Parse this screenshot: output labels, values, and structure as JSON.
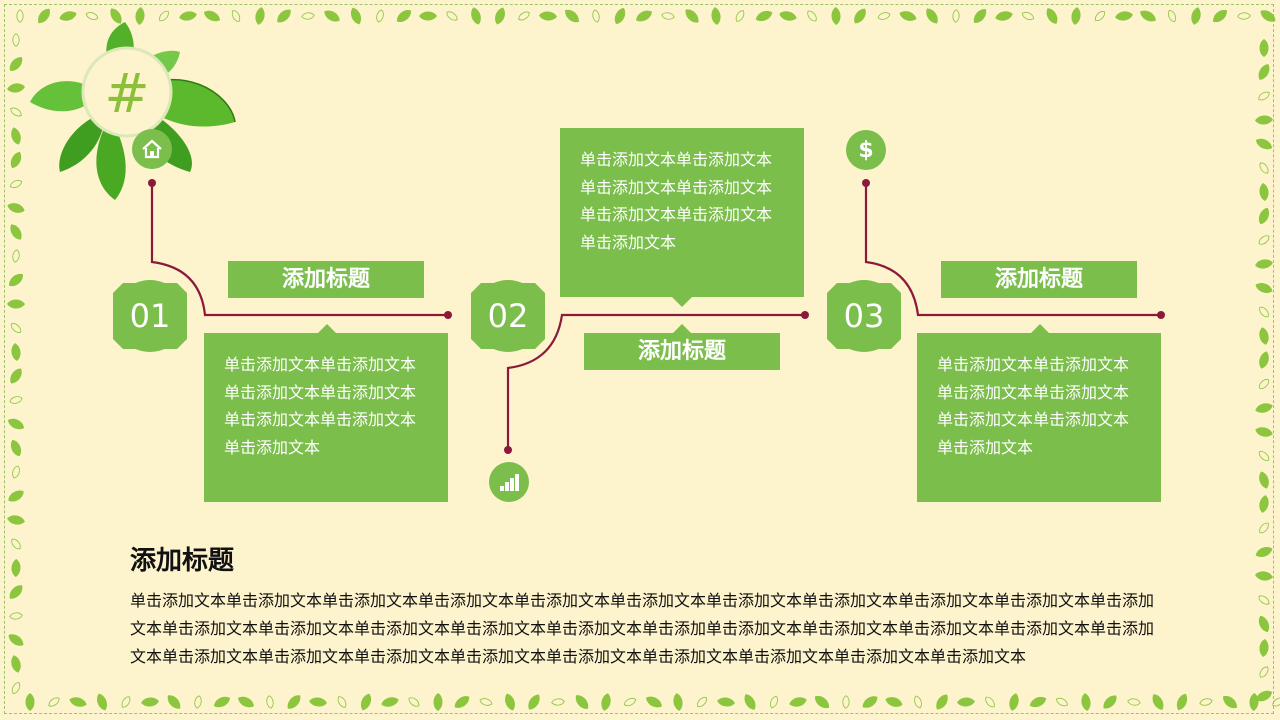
{
  "logo": {
    "symbol": "#"
  },
  "steps": [
    {
      "number": "01",
      "title": "添加标题",
      "text": "单击添加文本单击添加文本单击添加文本单击添加文本单击添加文本单击添加文本单击添加文本",
      "icon": "home-icon"
    },
    {
      "number": "02",
      "title": "添加标题",
      "text": "单击添加文本单击添加文本单击添加文本单击添加文本单击添加文本单击添加文本单击添加文本",
      "icon": "bar-chart-icon"
    },
    {
      "number": "03",
      "title": "添加标题",
      "text": "单击添加文本单击添加文本单击添加文本单击添加文本单击添加文本单击添加文本单击添加文本",
      "icon": "dollar-icon"
    }
  ],
  "icons": {
    "dollar_symbol": "$"
  },
  "bottom": {
    "title": "添加标题",
    "text": "单击添加文本单击添加文本单击添加文本单击添加文本单击添加文本单击添加文本单击添加文本单击添加文本单击添加文本单击添加文本单击添加文本单击添加文本单击添加文本单击添加文本单击添加文本单击添加文本单击添加单击添加文本单击添加文本单击添加文本单击添加文本单击添加文本单击添加文本单击添加文本单击添加文本单击添加文本单击添加文本单击添加文本单击添加文本单击添加文本单击添加文本"
  },
  "colors": {
    "background": "#fdf3cd",
    "green": "#7bbe4b",
    "line": "#8b1a3a",
    "leaf": "#8cc63f"
  }
}
